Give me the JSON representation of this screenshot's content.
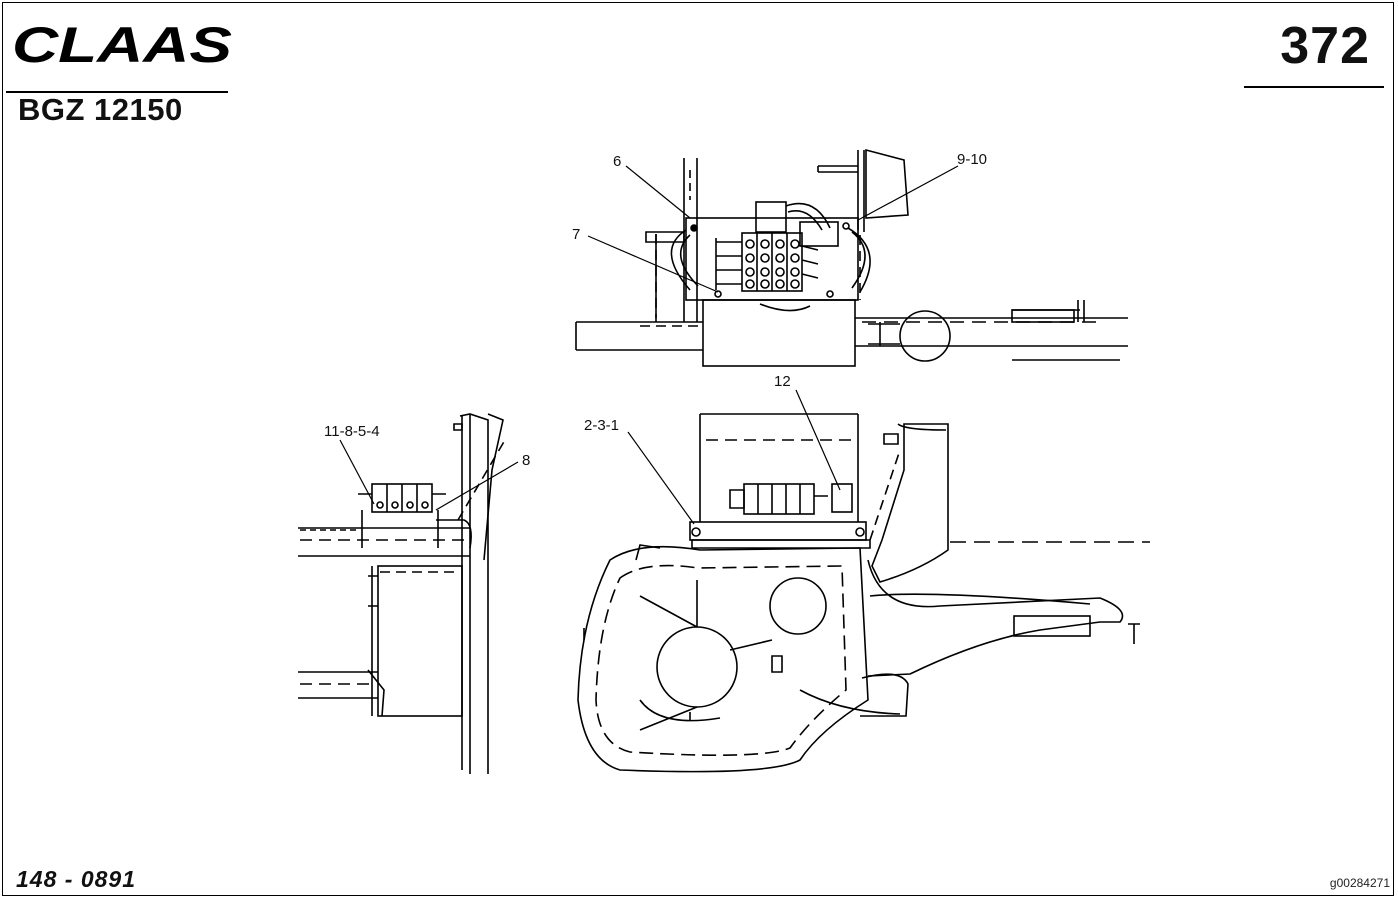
{
  "header": {
    "brand": "CLAAS",
    "reference": "BGZ 12150",
    "page_number": "372"
  },
  "footer": {
    "drawing_code": "148 - 0891",
    "image_id": "g00284271"
  },
  "callouts": {
    "c6": "6",
    "c9_10": "9-10",
    "c7": "7",
    "c11_8_5_4": "11-8-5-4",
    "c8": "8",
    "c2_3_1": "2-3-1",
    "c12": "12"
  }
}
